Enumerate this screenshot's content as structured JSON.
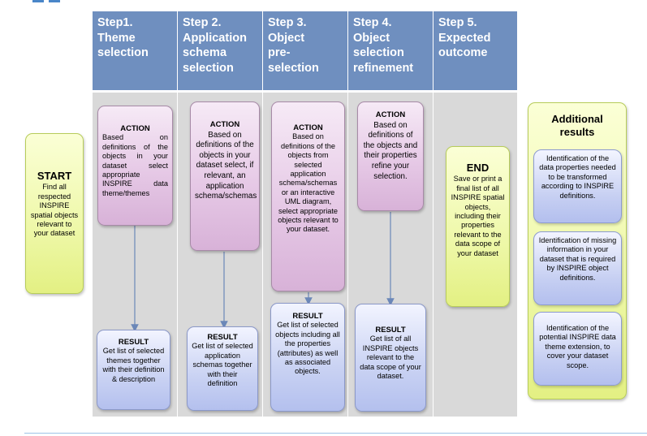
{
  "headers": [
    "Step1.\nTheme\nselection",
    "Step 2.\nApplication\nschema\nselection",
    "Step 3.\nObject\npre-\nselection",
    "Step 4.\nObject\nselection\nrefinement",
    "Step 5.\nExpected\noutcome"
  ],
  "start": {
    "title": "START",
    "text": "Find all respected INSPIRE spatial objects relevant to your dataset"
  },
  "actions": [
    {
      "title": "ACTION",
      "text": "Based on definitions of the objects in your dataset select appropriate INSPIRE data theme/themes"
    },
    {
      "title": "ACTION",
      "text": "Based on definitions of the objects in your dataset select, if relevant, an application schema/schemas"
    },
    {
      "title": "ACTION",
      "text": "Based on definitions of the objects from selected application schema/schemas or an interactive UML diagram, select appropriate objects relevant to your dataset."
    },
    {
      "title": "ACTION",
      "text": "Based on definitions of the objects and their properties refine your selection."
    }
  ],
  "results": [
    {
      "title": "RESULT",
      "text": "Get list of selected themes together with their definition & description"
    },
    {
      "title": "RESULT",
      "text": "Get list of selected application schemas together with their definition"
    },
    {
      "title": "RESULT",
      "text": "Get list of selected objects including all the properties (attributes) as well as associated objects."
    },
    {
      "title": "RESULT",
      "text": "Get list of all INSPIRE objects relevant to the data scope of your dataset."
    }
  ],
  "end": {
    "title": "END",
    "text": "Save or print a final list of all INSPIRE spatial objects, including their properties relevant to the data scope of your dataset"
  },
  "additional": {
    "title": "Additional results",
    "items": [
      "Identification of the data properties needed to be transformed according to INSPIRE definitions.",
      "Identification of missing information in your dataset that is required by INSPIRE object definitions.",
      "Identification of the potential INSPIRE data theme extension, to cover your dataset scope."
    ]
  },
  "colors": {
    "header": "#6f8fbf",
    "column": "#d9d9d9",
    "action": "#e6c9e6",
    "result": "#c9d2f3",
    "start_end": "#eef8a8"
  }
}
